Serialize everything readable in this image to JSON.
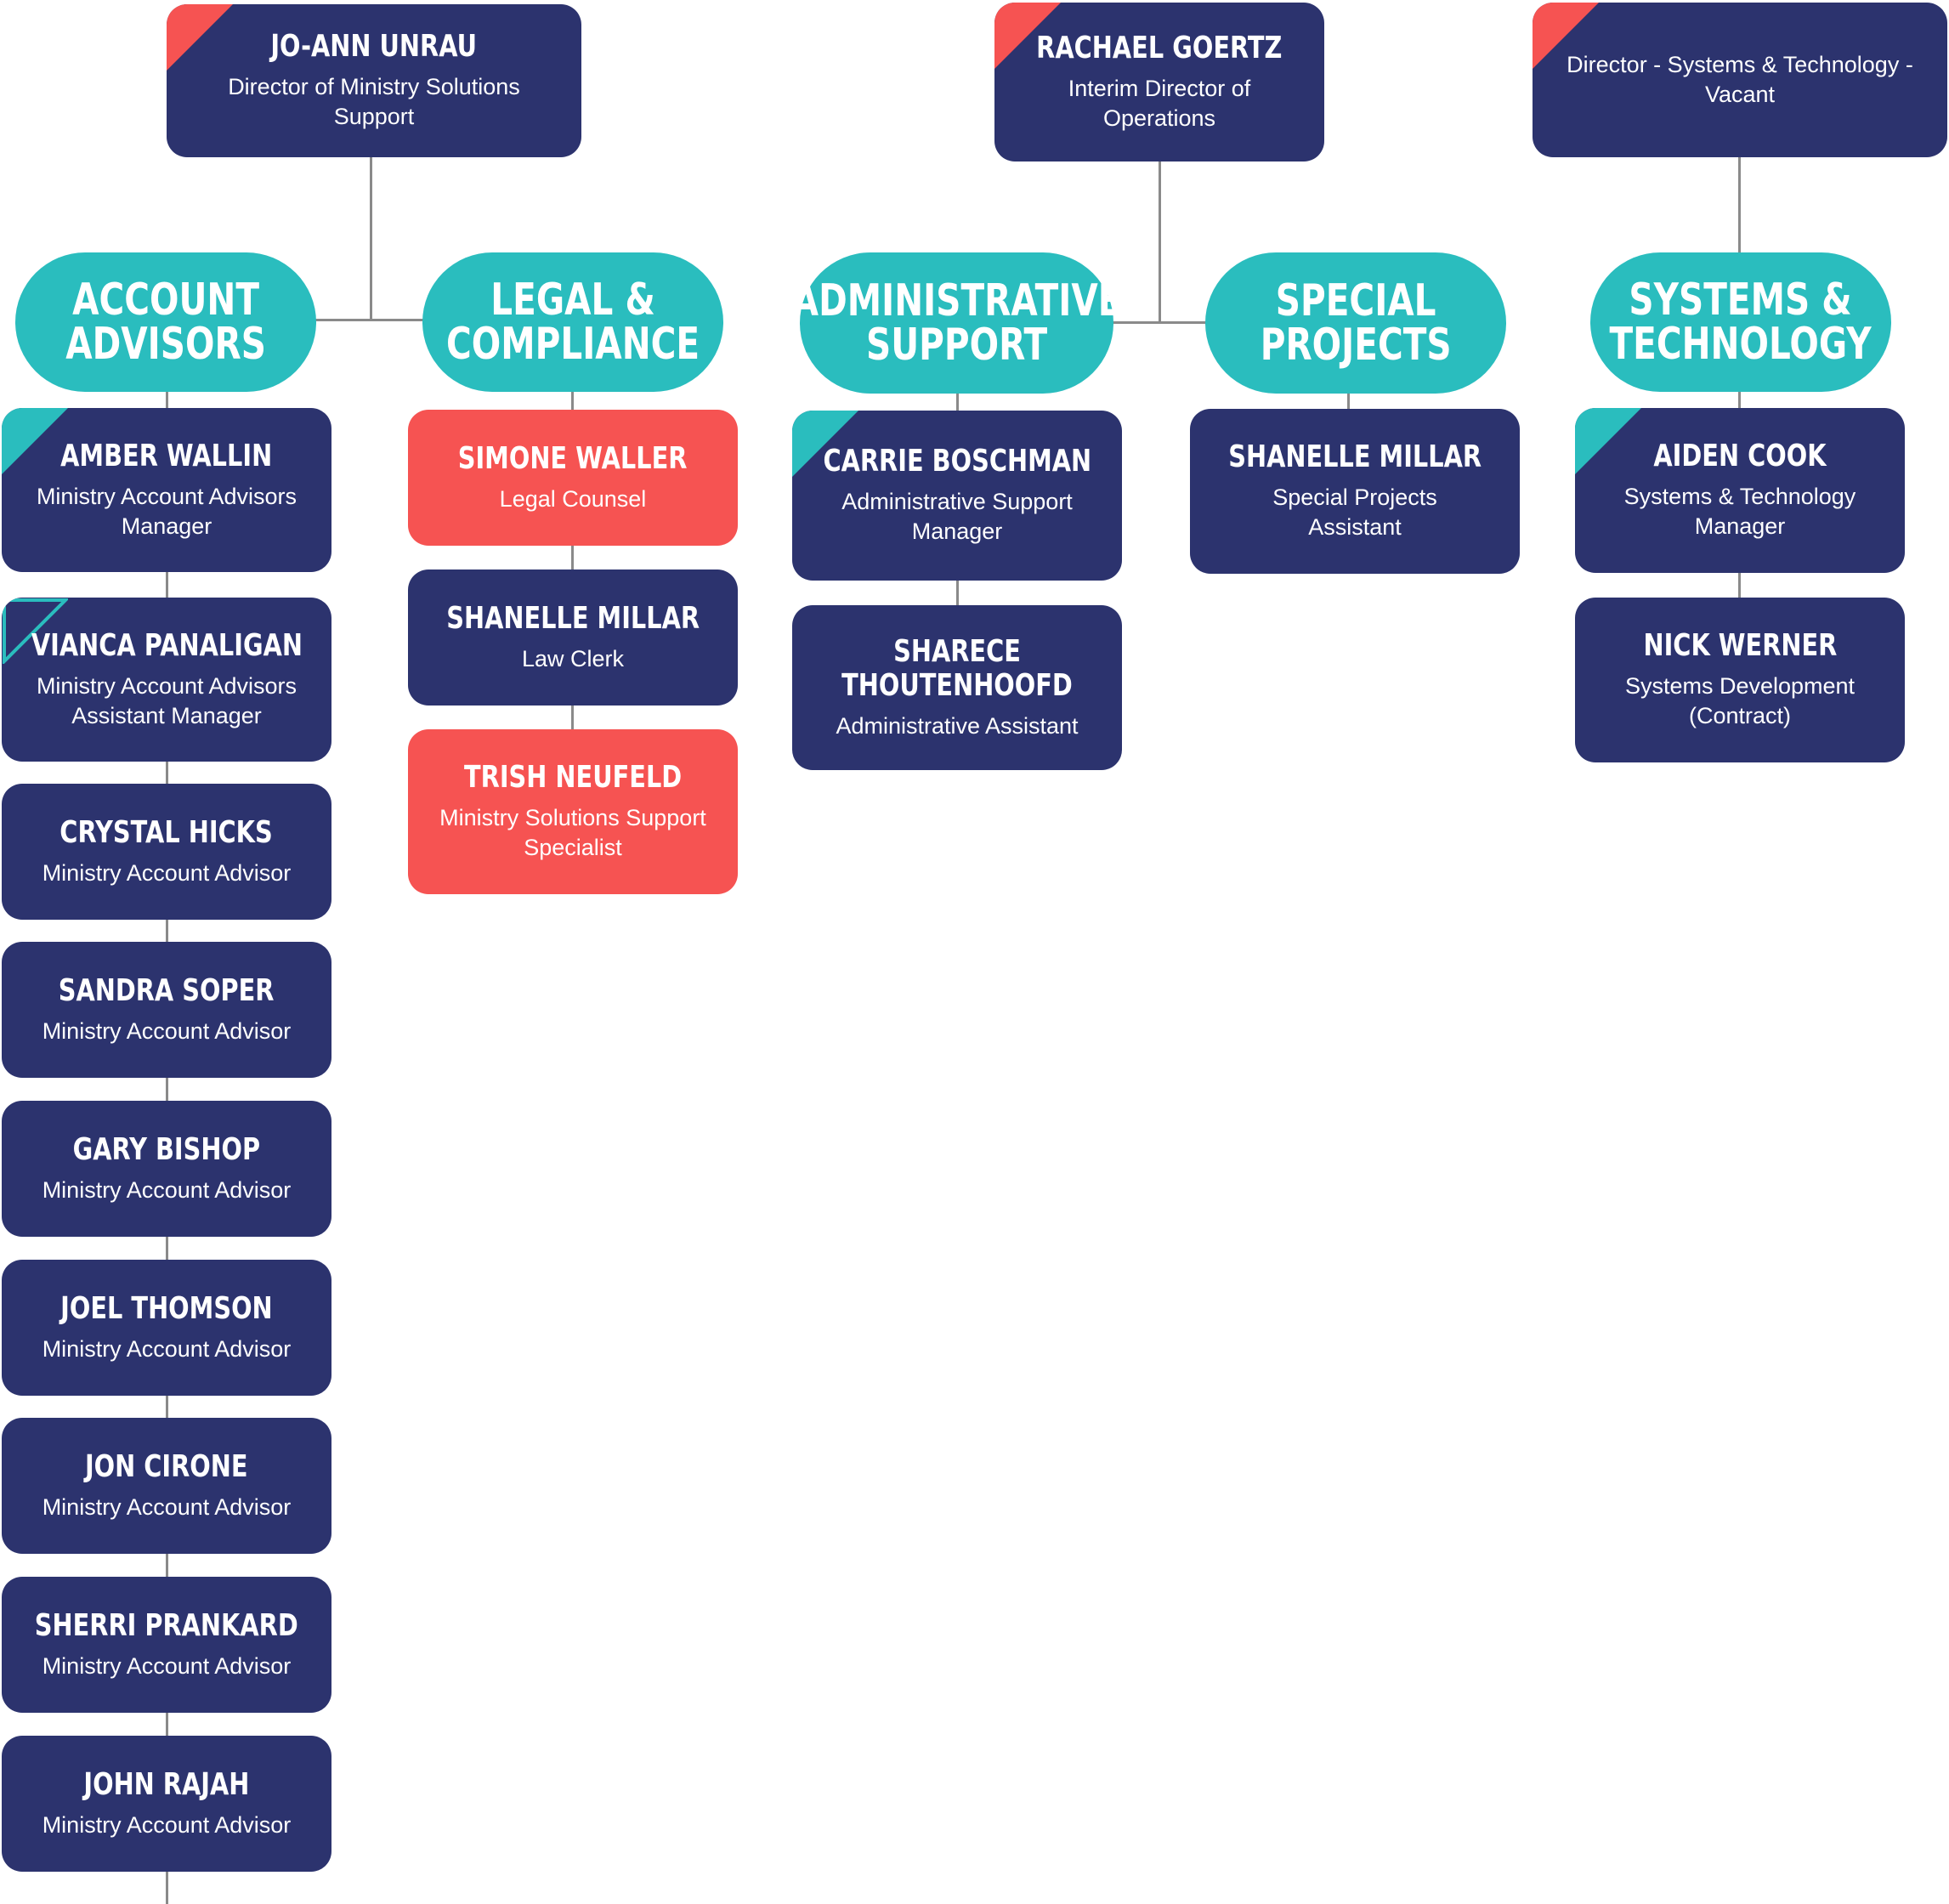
{
  "directors": {
    "jo_ann": {
      "name": "JO-ANN UNRAU",
      "title": "Director of Ministry Solutions Support"
    },
    "rachael": {
      "name": "RACHAEL GOERTZ",
      "title": "Interim Director of Operations"
    },
    "systems": {
      "title": "Director - Systems & Technology - Vacant"
    }
  },
  "departments": {
    "account_advisors": "ACCOUNT\nADVISORS",
    "legal": "LEGAL &\nCOMPLIANCE",
    "admin": "ADMINISTRATIVE\nSUPPORT",
    "special": "SPECIAL\nPROJECTS",
    "systems": "SYSTEMS &\nTECHNOLOGY"
  },
  "account_advisors": [
    {
      "name": "AMBER WALLIN",
      "title": "Ministry Account Advisors Manager"
    },
    {
      "name": "VIANCA PANALIGAN",
      "title": "Ministry Account Advisors Assistant Manager"
    },
    {
      "name": "CRYSTAL HICKS",
      "title": "Ministry Account Advisor"
    },
    {
      "name": "SANDRA SOPER",
      "title": "Ministry Account Advisor"
    },
    {
      "name": "GARY BISHOP",
      "title": "Ministry Account Advisor"
    },
    {
      "name": "JOEL THOMSON",
      "title": "Ministry Account Advisor"
    },
    {
      "name": "JON CIRONE",
      "title": "Ministry Account Advisor"
    },
    {
      "name": "SHERRI PRANKARD",
      "title": "Ministry Account Advisor"
    },
    {
      "name": "JOHN RAJAH",
      "title": "Ministry Account Advisor"
    }
  ],
  "legal": [
    {
      "name": "SIMONE WALLER",
      "title": "Legal Counsel"
    },
    {
      "name": "SHANELLE MILLAR",
      "title": "Law Clerk"
    },
    {
      "name": "TRISH NEUFELD",
      "title": "Ministry Solutions Support Specialist"
    }
  ],
  "admin": [
    {
      "name": "CARRIE BOSCHMAN",
      "title": "Administrative Support Manager"
    },
    {
      "name": "SHARECE THOUTENHOOFD",
      "title": "Administrative Assistant"
    }
  ],
  "special": [
    {
      "name": "SHANELLE MILLAR",
      "title": "Special Projects Assistant"
    }
  ],
  "systems": [
    {
      "name": "AIDEN COOK",
      "title": "Systems & Technology Manager"
    },
    {
      "name": "NICK WERNER",
      "title": "Systems Development (Contract)"
    }
  ],
  "colors": {
    "navy": "#2c336e",
    "teal": "#2abdbe",
    "red": "#f65352",
    "connector": "#8a8a8a"
  }
}
